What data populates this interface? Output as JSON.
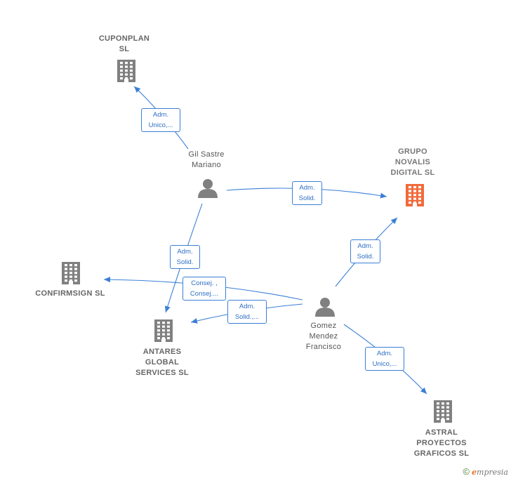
{
  "nodes": {
    "cuponplan": {
      "label": "CUPONPLAN\nSL",
      "type": "company",
      "icon": "building-icon",
      "color": "#808080"
    },
    "grupo_novalis": {
      "label": "GRUPO\nNOVALIS\nDIGITAL  SL",
      "type": "company",
      "icon": "building-icon",
      "color": "#f26a3b",
      "highlight": true
    },
    "confirmsign": {
      "label": "CONFIRMSIGN SL",
      "type": "company",
      "icon": "building-icon",
      "color": "#808080"
    },
    "antares": {
      "label": "ANTARES\nGLOBAL\nSERVICES  SL",
      "type": "company",
      "icon": "building-icon",
      "color": "#808080"
    },
    "astral": {
      "label": "ASTRAL\nPROYECTOS\nGRAFICOS  SL",
      "type": "company",
      "icon": "building-icon",
      "color": "#808080"
    },
    "gil_sastre": {
      "label": "Gil Sastre\nMariano",
      "type": "person",
      "icon": "person-icon",
      "color": "#808080"
    },
    "gomez_mendez": {
      "label": "Gomez\nMendez\nFrancisco",
      "type": "person",
      "icon": "person-icon",
      "color": "#808080"
    }
  },
  "edges": [
    {
      "from": "gil_sastre",
      "to": "cuponplan",
      "label": "Adm.\nUnico,..."
    },
    {
      "from": "gil_sastre",
      "to": "grupo_novalis",
      "label": "Adm.\nSolid."
    },
    {
      "from": "gil_sastre",
      "to": "antares",
      "label": "Adm.\nSolid."
    },
    {
      "from": "gomez_mendez",
      "to": "grupo_novalis",
      "label": "Adm.\nSolid."
    },
    {
      "from": "gomez_mendez",
      "to": "confirmsign",
      "label": "Consej. ,\nConsej...."
    },
    {
      "from": "gomez_mendez",
      "to": "antares",
      "label": "Adm.\nSolid.,..."
    },
    {
      "from": "gomez_mendez",
      "to": "astral",
      "label": "Adm.\nUnico,..."
    }
  ],
  "colors": {
    "edge": "#3b7fd6",
    "company_icon": "#808080",
    "highlight_icon": "#f26a3b"
  },
  "footer": {
    "copyright": "©",
    "brand_initial": "e",
    "brand_rest": "mpresia"
  }
}
